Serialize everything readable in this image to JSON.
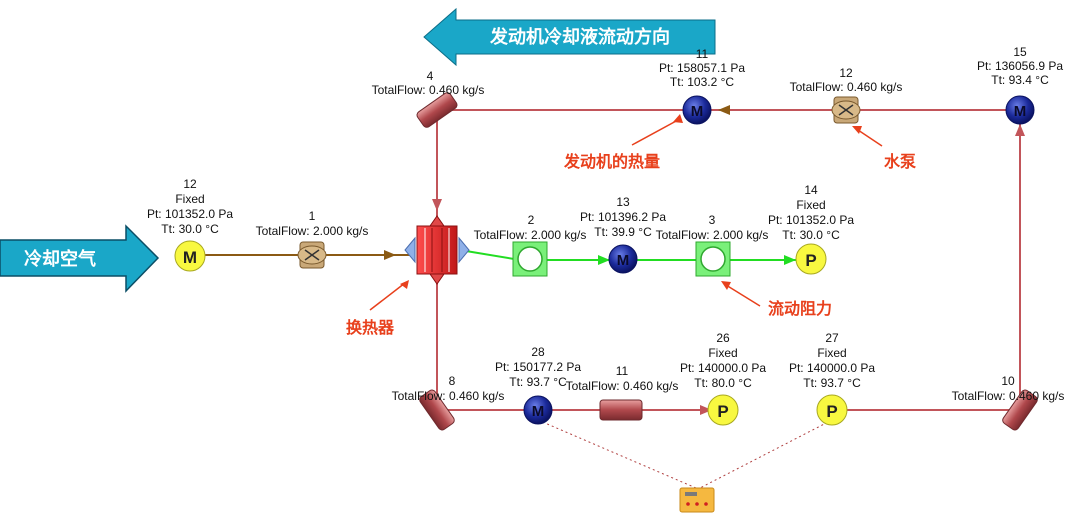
{
  "banners": {
    "coolant_direction": "发动机冷却液流动方向",
    "cooling_air": "冷却空气"
  },
  "annotations": {
    "engine_heat": "发动机的热量",
    "pump": "水泵",
    "heat_exchanger": "换热器",
    "flow_resistance": "流动阻力"
  },
  "colors": {
    "coolant_pipe": "#c2555a",
    "air_pipe": "#8b5a14",
    "inner_pipe": "#22dd22",
    "annotation": "#e8401c",
    "banner": "#1aa7c8"
  },
  "nodes": {
    "n4": {
      "id": "4",
      "line1": "TotalFlow: 0.460 kg/s"
    },
    "n11t": {
      "id": "11",
      "line1": "Pt: 158057.1 Pa",
      "line2": "Tt: 103.2 °C",
      "symbol": "M"
    },
    "n12t": {
      "id": "12",
      "line1": "TotalFlow: 0.460 kg/s"
    },
    "n15": {
      "id": "15",
      "line1": "Pt: 136056.9 Pa",
      "line2": "Tt: 93.4 °C",
      "symbol": "M"
    },
    "n12f": {
      "id": "12",
      "line1": "Fixed",
      "line2": "Pt: 101352.0 Pa",
      "line3": "Tt: 30.0 °C",
      "symbol": "M"
    },
    "n1": {
      "id": "1",
      "line1": "TotalFlow: 2.000 kg/s"
    },
    "n2": {
      "id": "2",
      "line1": "TotalFlow: 2.000 kg/s"
    },
    "n13": {
      "id": "13",
      "line1": "Pt: 101396.2 Pa",
      "line2": "Tt: 39.9 °C",
      "symbol": "M"
    },
    "n3": {
      "id": "3",
      "line1": "TotalFlow: 2.000 kg/s"
    },
    "n14": {
      "id": "14",
      "line1": "Fixed",
      "line2": "Pt: 101352.0 Pa",
      "line3": "Tt: 30.0 °C",
      "symbol": "P"
    },
    "n8": {
      "id": "8",
      "line1": "TotalFlow: 0.460 kg/s"
    },
    "n28": {
      "id": "28",
      "line1": "Pt: 150177.2 Pa",
      "line2": "Tt: 93.7 °C",
      "symbol": "M"
    },
    "n11b": {
      "id": "11",
      "line1": "TotalFlow: 0.460 kg/s"
    },
    "n26": {
      "id": "26",
      "line1": "Fixed",
      "line2": "Pt: 140000.0 Pa",
      "line3": "Tt: 80.0 °C",
      "symbol": "P"
    },
    "n27": {
      "id": "27",
      "line1": "Fixed",
      "line2": "Pt: 140000.0 Pa",
      "line3": "Tt: 93.7 °C",
      "symbol": "P"
    },
    "n10": {
      "id": "10",
      "line1": "TotalFlow: 0.460 kg/s"
    }
  }
}
